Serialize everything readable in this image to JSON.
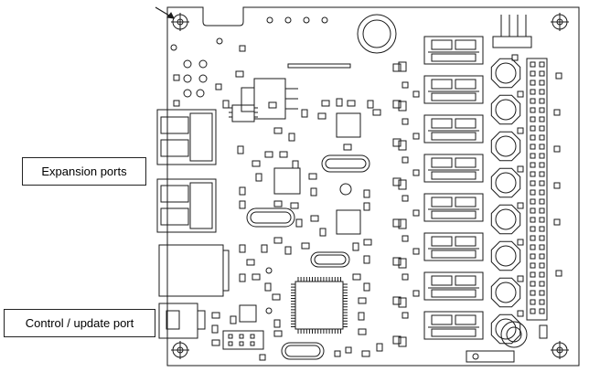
{
  "labels": {
    "expansion_ports": "Expansion ports",
    "control_update_port": "Control / update port"
  },
  "colors": {
    "ink": "#1a1a1a",
    "background": "#ffffff"
  },
  "board": {
    "usb_port_count": 8,
    "button_count": 8,
    "expansion_port_count": 2
  }
}
